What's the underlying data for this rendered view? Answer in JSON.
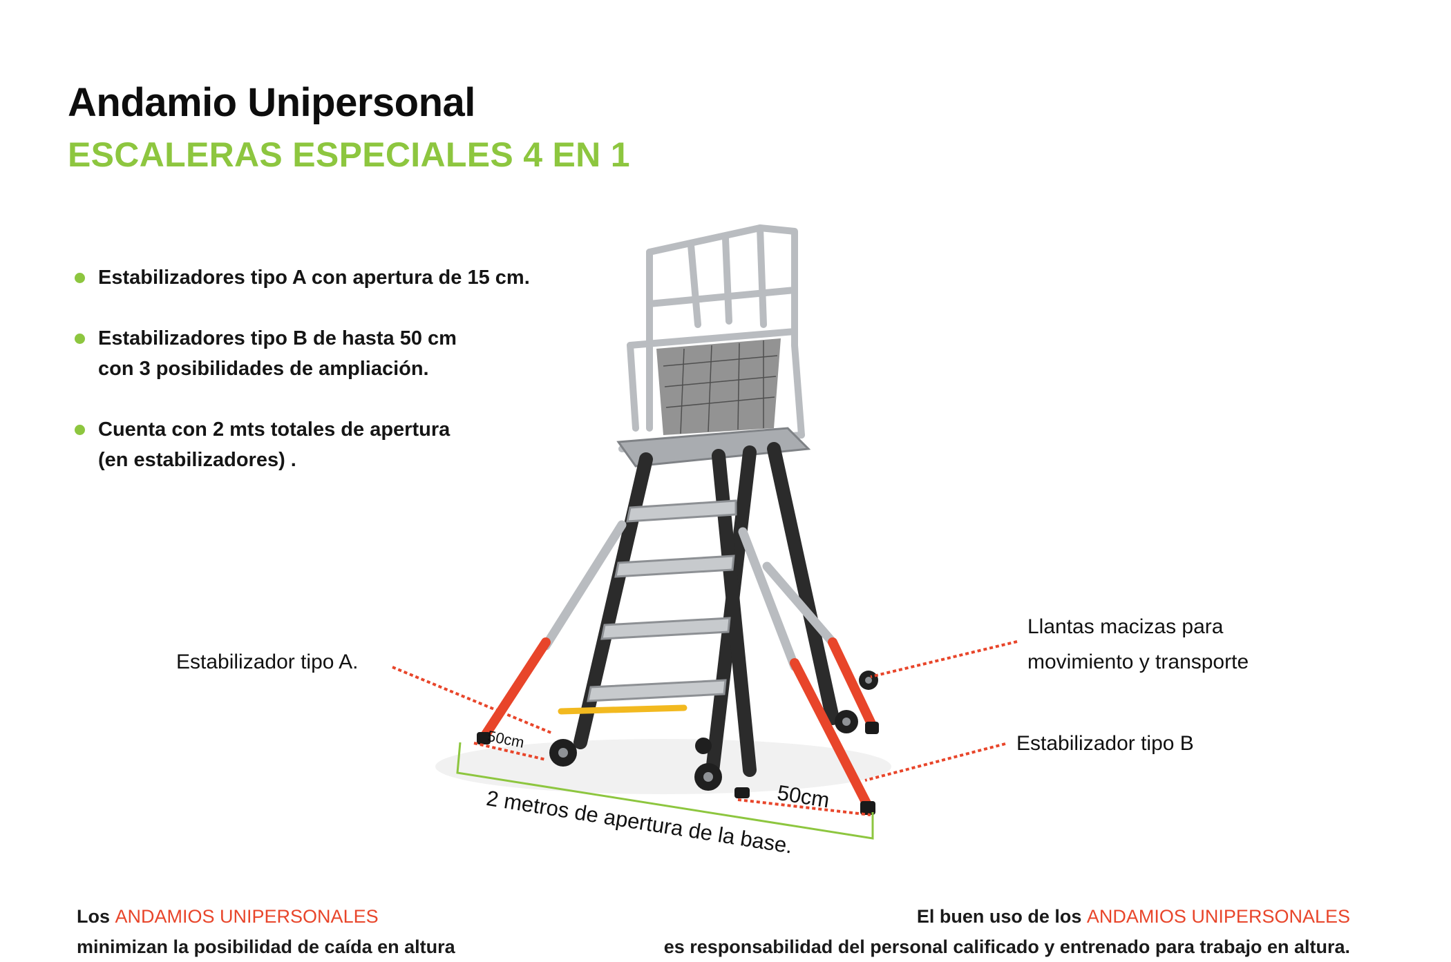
{
  "header": {
    "title": "Andamio Unipersonal",
    "subtitle": "ESCALERAS ESPECIALES 4 EN 1"
  },
  "features": [
    {
      "lines": [
        "Estabilizadores tipo A con apertura de 15 cm."
      ]
    },
    {
      "lines": [
        "Estabilizadores tipo B de hasta 50 cm",
        "con 3 posibilidades de ampliación."
      ]
    },
    {
      "lines": [
        "Cuenta con 2 mts totales de apertura",
        "(en estabilizadores) ."
      ]
    }
  ],
  "callouts": {
    "stabilizer_a": "Estabilizador tipo A.",
    "wheels_line1": "Llantas macizas para",
    "wheels_line2": "movimiento y transporte",
    "stabilizer_b": "Estabilizador tipo B"
  },
  "dimensions": {
    "small": "50cm",
    "large": "50cm",
    "base": "2 metros de apertura de la base."
  },
  "footer_left": {
    "prefix": "Los ",
    "highlight": "ANDAMIOS UNIPERSONALES",
    "line2": "minimizan la posibilidad de caída en altura"
  },
  "footer_right": {
    "prefix": "El buen uso de los ",
    "highlight": "ANDAMIOS UNIPERSONALES",
    "line2": "es responsabilidad del personal calificado y entrenado para trabajo en altura."
  },
  "colors": {
    "accent_green": "#8dc63f",
    "accent_red": "#e8452a",
    "ladder_black": "#2b2b2b",
    "aluminum": "#b9bcc0"
  }
}
